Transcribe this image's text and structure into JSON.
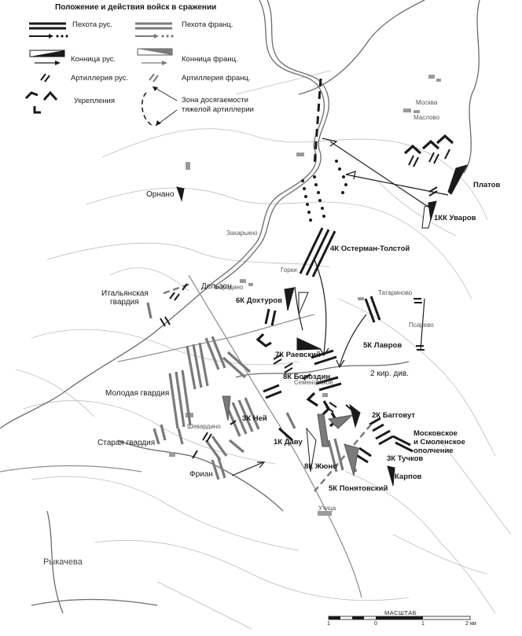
{
  "legend": {
    "title": "Положение и действия войск в сражении",
    "ru_infantry": "Пехота рус.",
    "fr_infantry": "Пехота франц.",
    "ru_cavalry": "Конница рус.",
    "fr_cavalry": "Конница франц.",
    "ru_artillery": "Артиллерия рус.",
    "fr_artillery": "Артиллерия франц.",
    "fortifications": "Укрепления",
    "artillery_zone_1": "Зона досягаемости",
    "artillery_zone_2": "тяжелой артиллерии",
    "colors": {
      "russian": "#1a1a1a",
      "french": "#7a7a7a",
      "terrain": "#b5b5b5",
      "river": "#666666"
    }
  },
  "units": {
    "platov": "Платов",
    "uvarov": "1КК Уваров",
    "osterman": "4К Остерман-Толстой",
    "dokhturov": "6К Дохтуров",
    "raevsky": "7К Раевский",
    "borozdin": "8К Бороздин",
    "lavrov": "5К Лавров",
    "cav_div_2": "2 кир. див.",
    "baggovut": "2К Багговут",
    "militia_1": "Московское",
    "militia_2": "и Смоленское",
    "militia_3": "ополчение",
    "tuchkov": "3К Тучков",
    "karpov": "Карпов",
    "ney": "3К Ней",
    "davout": "1К Даву",
    "junot": "8К Жюно",
    "poniatowski": "5К Понятовский",
    "ornano": "Орнано",
    "italian_guard_1": "Итальянская",
    "italian_guard_2": "гвардия",
    "delzon": "Дельзон",
    "young_guard": "Молодая гвардия",
    "old_guard": "Старая гвардия",
    "friant": "Фриан"
  },
  "places": {
    "rykacheva": "Рыкачева",
    "maslovo": "Маслово",
    "moskva": "Москва",
    "gorki": "Горки",
    "borodino": "Бородино",
    "semenovskoe": "Семеновское",
    "shevardino": "Шевардино",
    "utitsa": "Утица",
    "tatarinovo": "Татариново",
    "psarevo": "Псарево",
    "zakharino": "Захарьино"
  },
  "scale": {
    "title": "МАСШТАБ",
    "ticks": [
      "1",
      "0",
      "1",
      "2 км"
    ]
  }
}
